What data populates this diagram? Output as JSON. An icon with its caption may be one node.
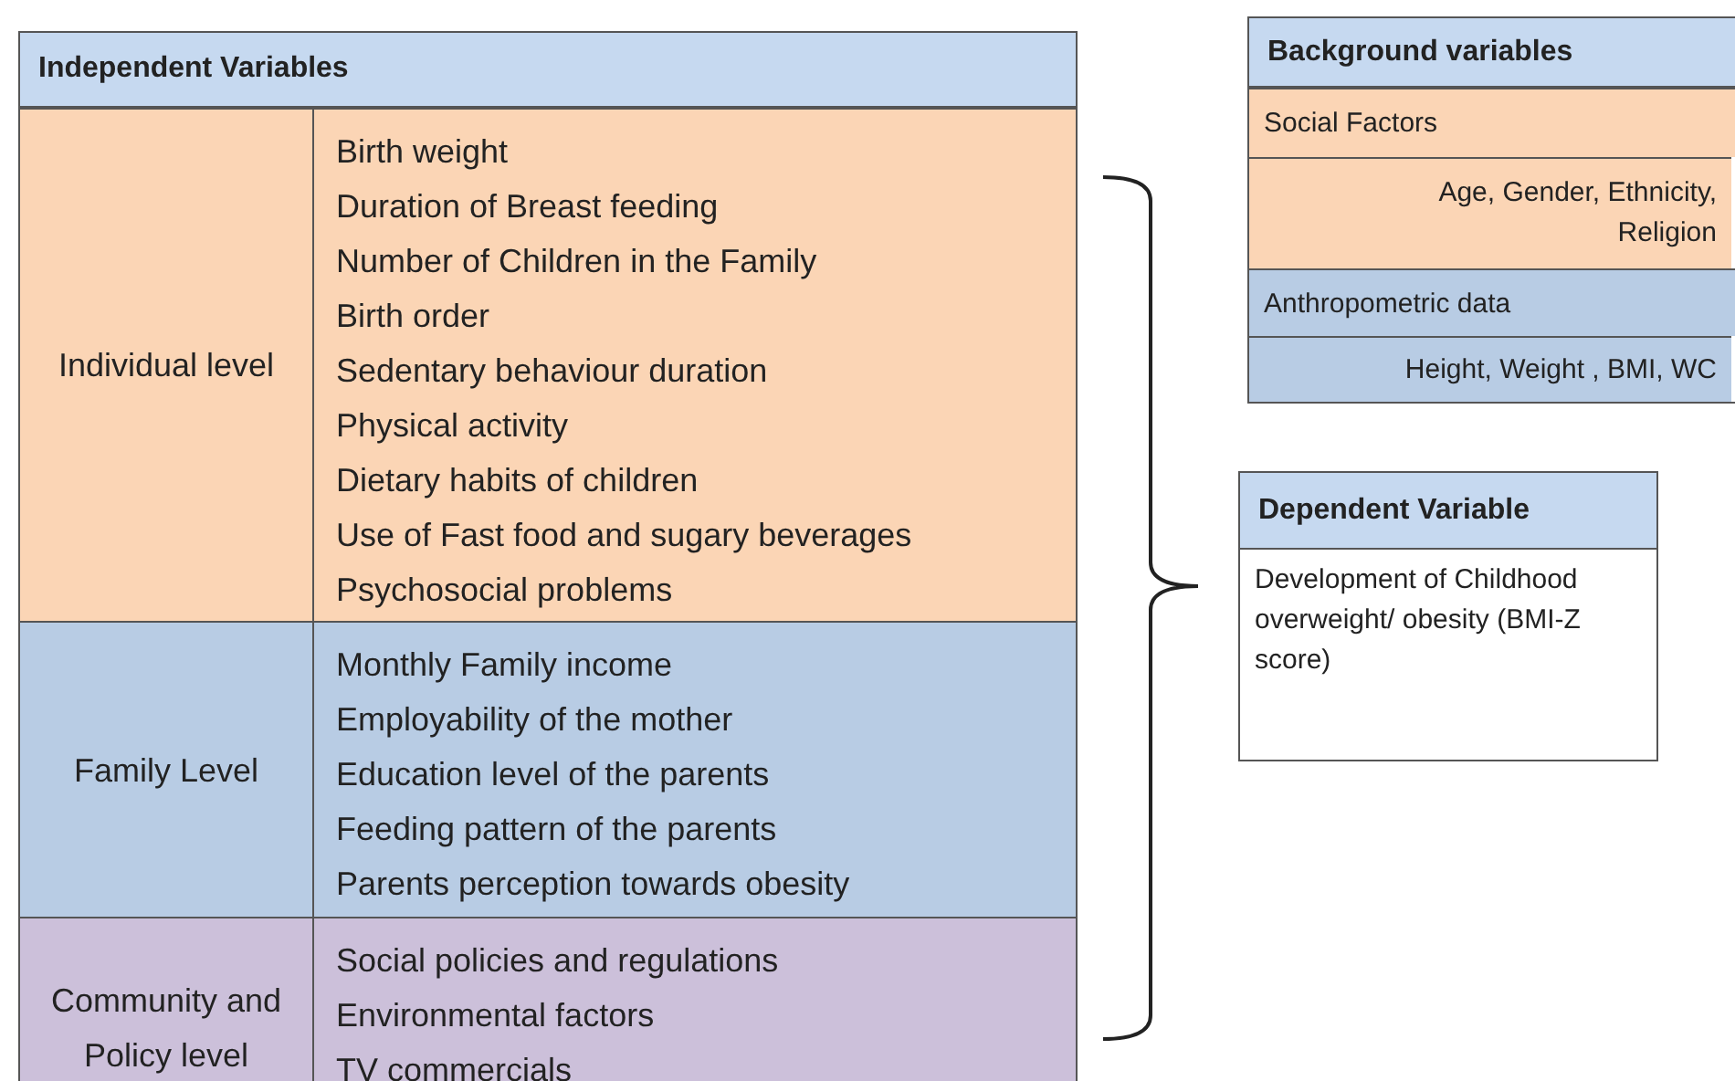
{
  "diagram": {
    "nodes": [
      {
        "text": [
          "Independent Variables"
        ]
      },
      {
        "text": [
          "Individual level"
        ],
        "in": 0
      },
      {
        "text": [
          "Birth weight",
          "Duration of Breast feeding",
          "Number of Children in the Family",
          "Birth order",
          "Sedentary behaviour duration",
          "Physical activity",
          "Dietary habits of children",
          "Use of Fast food and sugary beverages",
          "Psychosocial problems"
        ],
        "in": 0
      },
      {
        "text": [
          "Family Level"
        ],
        "in": 0
      },
      {
        "text": [
          "Monthly Family income",
          "Employability of the mother",
          "Education level of the parents",
          "Feeding pattern of the parents",
          "Parents perception towards obesity"
        ],
        "in": 0
      },
      {
        "text": [
          "Community and Policy level"
        ],
        "in": 0
      },
      {
        "text": [
          "Social policies and regulations",
          "Environmental factors",
          "TV commercials"
        ],
        "in": 0
      },
      {
        "text": [
          "Background variables"
        ]
      },
      {
        "text": [
          "Social Factors"
        ],
        "in": 7
      },
      {
        "text": [
          "Age, Gender, Ethnicity, Religion"
        ],
        "in": 7
      },
      {
        "text": [
          "Anthropometric data"
        ],
        "in": 7
      },
      {
        "text": [
          "Height, Weight , BMI, WC"
        ],
        "in": 7
      },
      {
        "text": [
          "Dependent Variable",
          "Development of Childhood overweight/ obesity (BMI-Z score)"
        ]
      }
    ]
  }
}
